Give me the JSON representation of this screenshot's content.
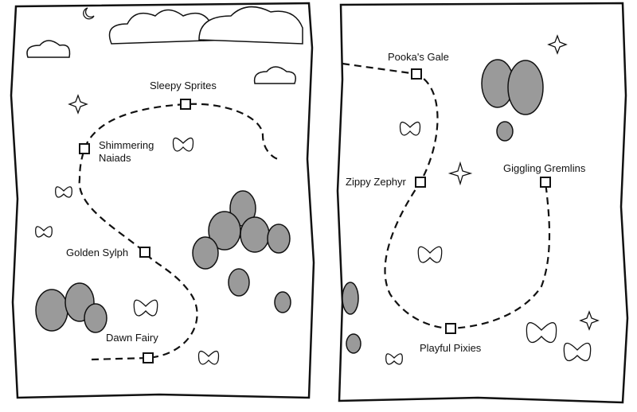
{
  "maps": [
    {
      "name": "left-map",
      "stops": [
        {
          "label": "Sleepy Sprites"
        },
        {
          "label": "Shimmering Naiads",
          "lines": [
            "Shimmering",
            "Naiads"
          ]
        },
        {
          "label": "Golden Sylph"
        },
        {
          "label": "Dawn Fairy"
        }
      ]
    },
    {
      "name": "right-map",
      "stops": [
        {
          "label": "Pooka's Gale"
        },
        {
          "label": "Zippy Zephyr"
        },
        {
          "label": "Giggling Gremlins"
        },
        {
          "label": "Playful Pixies"
        }
      ]
    }
  ],
  "colors": {
    "ink": "#111111",
    "paper": "#ffffff",
    "tree": "#8a8a8a"
  }
}
